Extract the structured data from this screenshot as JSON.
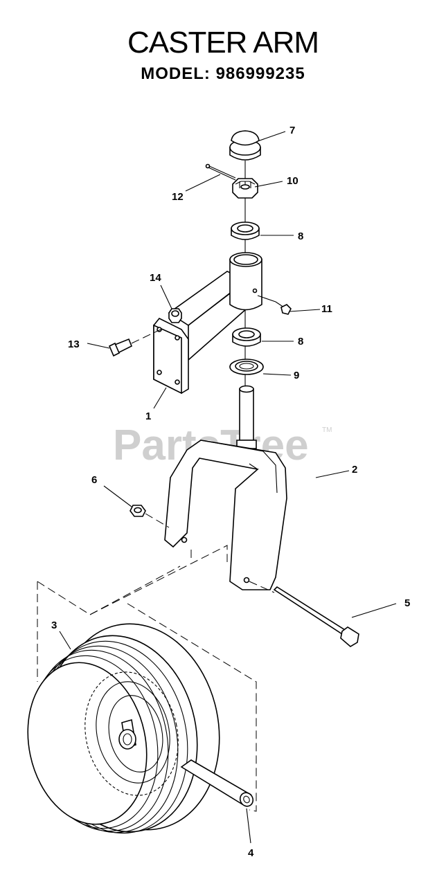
{
  "title": "CASTER ARM",
  "subtitle": "MODEL:  986999235",
  "watermark": "PartsTree",
  "watermark_mark": "TM",
  "callouts": {
    "c1": "1",
    "c2": "2",
    "c3": "3",
    "c4": "4",
    "c5": "5",
    "c6": "6",
    "c7": "7",
    "c8a": "8",
    "c8b": "8",
    "c9": "9",
    "c10": "10",
    "c11": "11",
    "c12": "12",
    "c13": "13",
    "c14": "14"
  }
}
